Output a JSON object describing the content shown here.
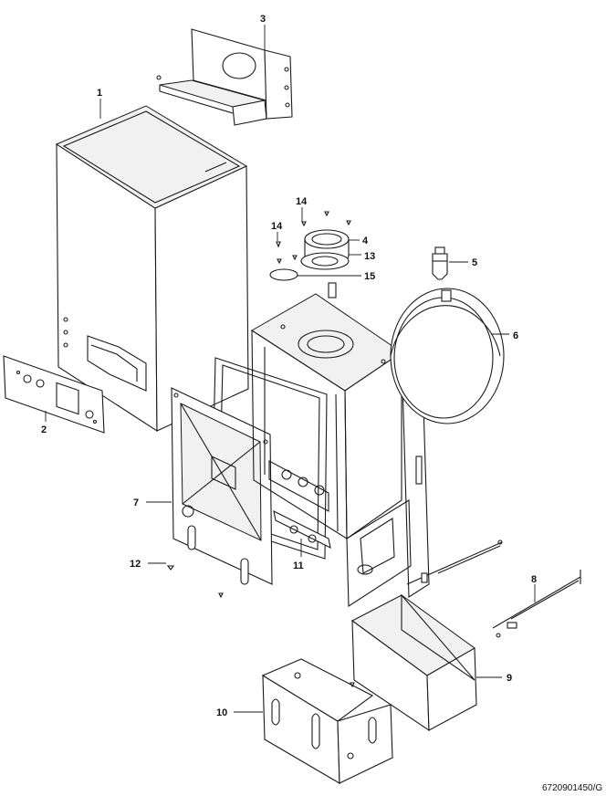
{
  "callouts": [
    {
      "id": "1",
      "label": "1"
    },
    {
      "id": "2",
      "label": "2"
    },
    {
      "id": "3",
      "label": "3"
    },
    {
      "id": "4",
      "label": "4"
    },
    {
      "id": "5",
      "label": "5"
    },
    {
      "id": "6",
      "label": "6"
    },
    {
      "id": "7",
      "label": "7"
    },
    {
      "id": "8",
      "label": "8"
    },
    {
      "id": "9",
      "label": "9"
    },
    {
      "id": "10",
      "label": "10"
    },
    {
      "id": "11",
      "label": "11"
    },
    {
      "id": "12",
      "label": "12"
    },
    {
      "id": "13",
      "label": "13"
    },
    {
      "id": "14a",
      "label": "14"
    },
    {
      "id": "14b",
      "label": "14"
    },
    {
      "id": "15",
      "label": "15"
    }
  ],
  "drawing_ref": "6720901450/G"
}
